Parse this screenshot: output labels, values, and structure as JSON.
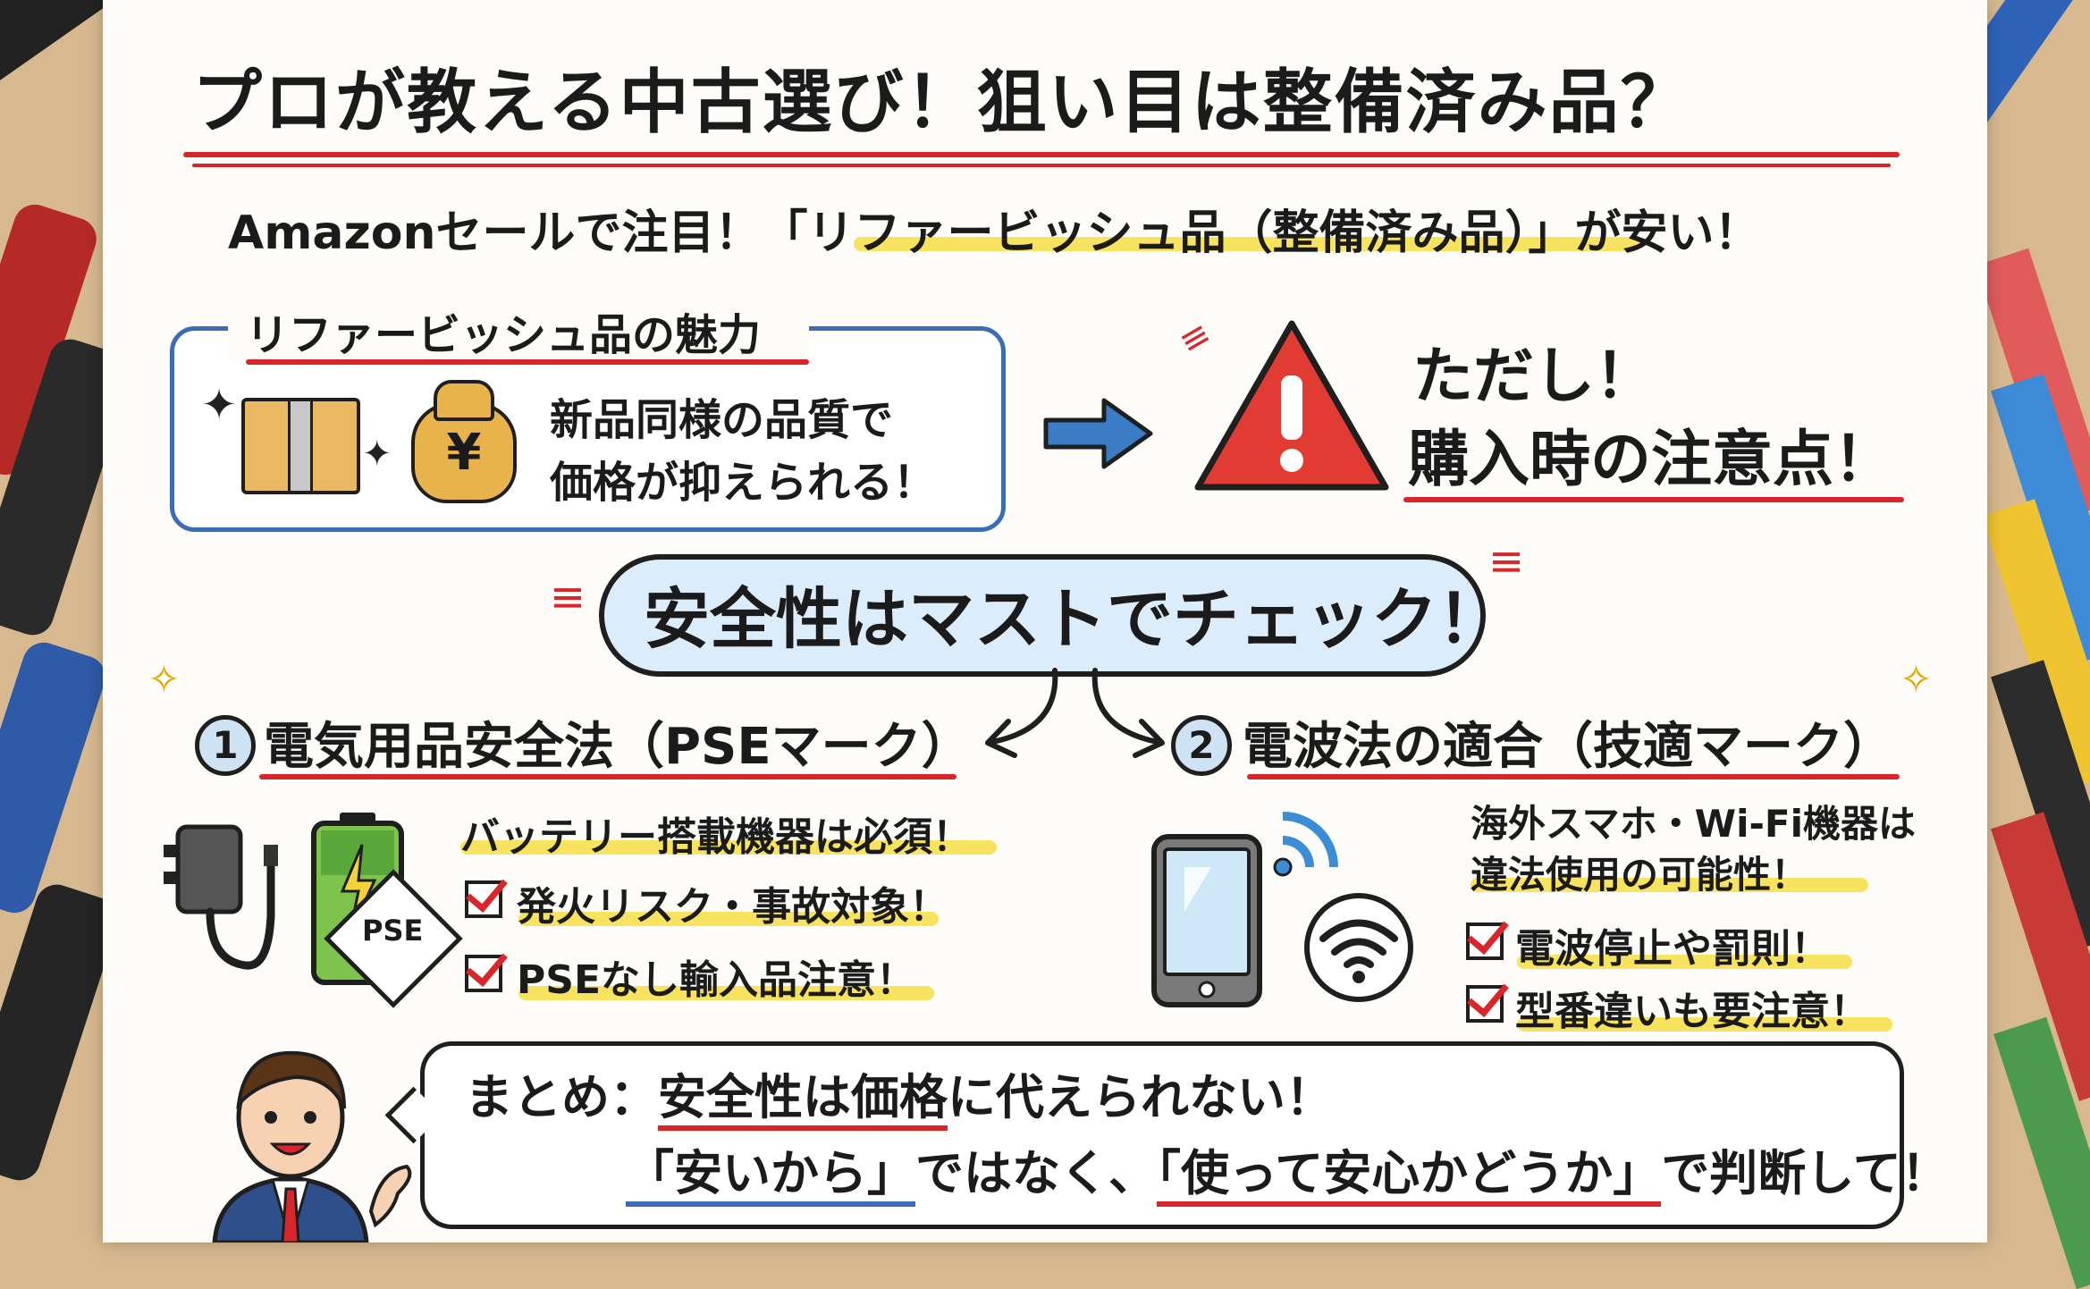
{
  "title": "プロが教える中古選び！狙い目は整備済み品？",
  "subtitle": "Amazonセールで注目！「リファービッシュ品（整備済み品）」が安い！",
  "refurb": {
    "heading": "リファービッシュ品の魅力",
    "line1": "新品同様の品質で",
    "line2": "価格が抑えられる！",
    "yen_mark": "¥"
  },
  "caution": {
    "line1": "ただし！",
    "line2": "購入時の注意点！"
  },
  "must_check": "安全性はマストでチェック！",
  "section1": {
    "number": "1",
    "heading": "電気用品安全法（PSEマーク）",
    "lead": "バッテリー搭載機器は必須！",
    "items": [
      "発火リスク・事故対象！",
      "PSEなし輸入品注意！"
    ],
    "pse_mark": "PSE"
  },
  "section2": {
    "number": "2",
    "heading": "電波法の適合（技適マーク）",
    "lead1": "海外スマホ・Wi-Fi機器は",
    "lead2": "違法使用の可能性！",
    "items": [
      "電波停止や罰則！",
      "型番違いも要注意！"
    ]
  },
  "summary": {
    "prefix": "まとめ：",
    "line1_highlight": "安全性は価格",
    "line1_rest": "に代えられない！",
    "line2_a": "「安いから」",
    "line2_b": "ではなく、",
    "line2_c": "「使って安心かどうか」",
    "line2_d": "で判断して！"
  },
  "colors": {
    "accent_red": "#d9262b",
    "accent_blue": "#3b6db7",
    "highlight_yellow": "#f6e04e"
  }
}
